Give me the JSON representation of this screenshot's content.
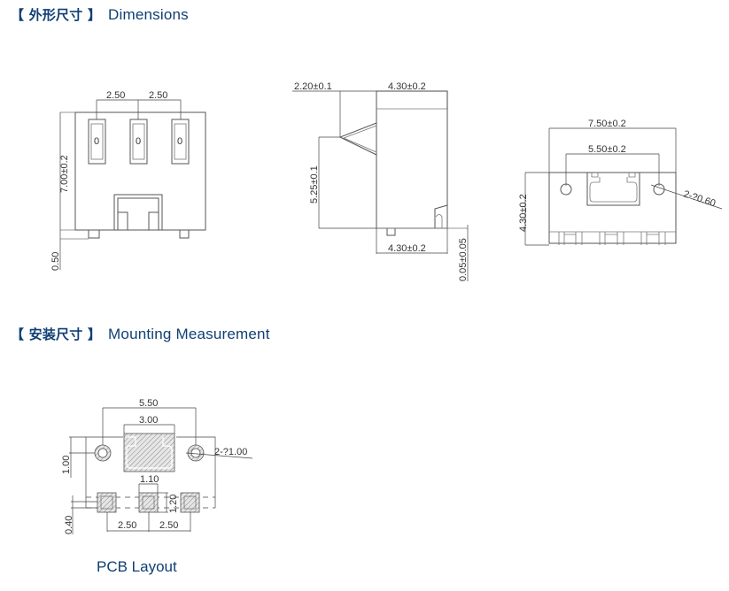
{
  "sections": {
    "dimensions": {
      "title_cn": "【 外形尺寸 】",
      "title_en": "Dimensions"
    },
    "mounting": {
      "title_cn": "【 安装尺寸 】",
      "title_en": "Mounting Measurement"
    }
  },
  "front_view": {
    "pitch_left": "2.50",
    "pitch_right": "2.50",
    "height": "7.00±0.2",
    "foot": "0.50",
    "slot_glyph": "0"
  },
  "side_view": {
    "top_left": "2.20±0.1",
    "top_right": "4.30±0.2",
    "height": "5.25±0.1",
    "bottom_width": "4.30±0.2",
    "bottom_offset": "0.05±0.05"
  },
  "bottom_view": {
    "overall_width": "7.50±0.2",
    "hole_pitch": "5.50±0.2",
    "depth": "4.30±0.2",
    "hole_callout": "2-?0.60"
  },
  "pcb_layout": {
    "hole_pitch": "5.50",
    "center_pad_width": "3.00",
    "hole_offset": "1.00",
    "hole_callout": "2-?1.00",
    "pad_width": "1.10",
    "pad_height": "1.20",
    "pad_offset": "0.40",
    "pad_pitch_left": "2.50",
    "pad_pitch_right": "2.50",
    "caption": "PCB Layout"
  }
}
